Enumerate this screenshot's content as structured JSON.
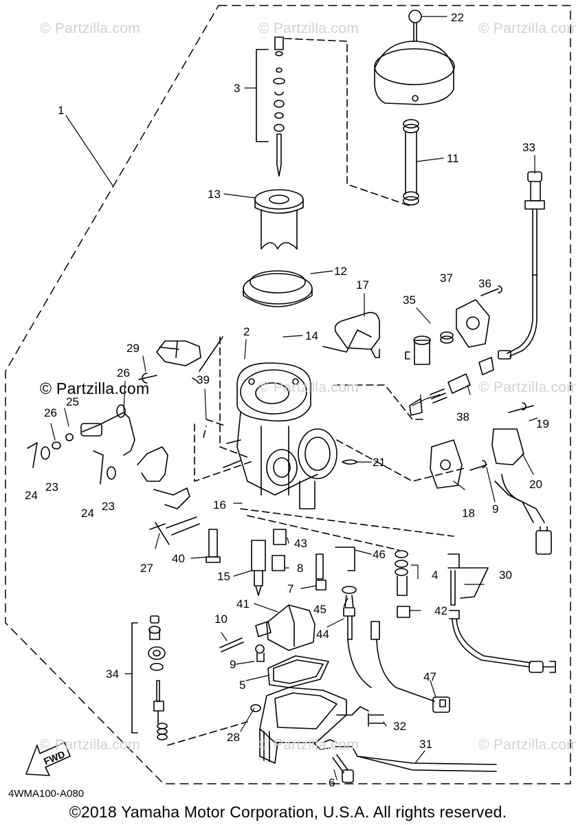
{
  "watermarks": {
    "faint": "© Partzilla.com",
    "strong": "© Partzilla.com"
  },
  "callouts": [
    "22",
    "1",
    "3",
    "11",
    "33",
    "13",
    "12",
    "17",
    "36",
    "37",
    "35",
    "14",
    "2",
    "29",
    "26",
    "39",
    "25",
    "26",
    "38",
    "19",
    "20",
    "23",
    "24",
    "21",
    "23",
    "24",
    "18",
    "9",
    "16",
    "40",
    "43",
    "27",
    "15",
    "8",
    "46",
    "4",
    "30",
    "7",
    "45",
    "42",
    "41",
    "44",
    "10",
    "9",
    "34",
    "5",
    "47",
    "28",
    "32",
    "31",
    "6"
  ],
  "drawing_code": "4WMA100-A080",
  "fwd_label": "FWD",
  "copyright": "©2018  Yamaha Motor Corporation, U.S.A. All rights reserved."
}
